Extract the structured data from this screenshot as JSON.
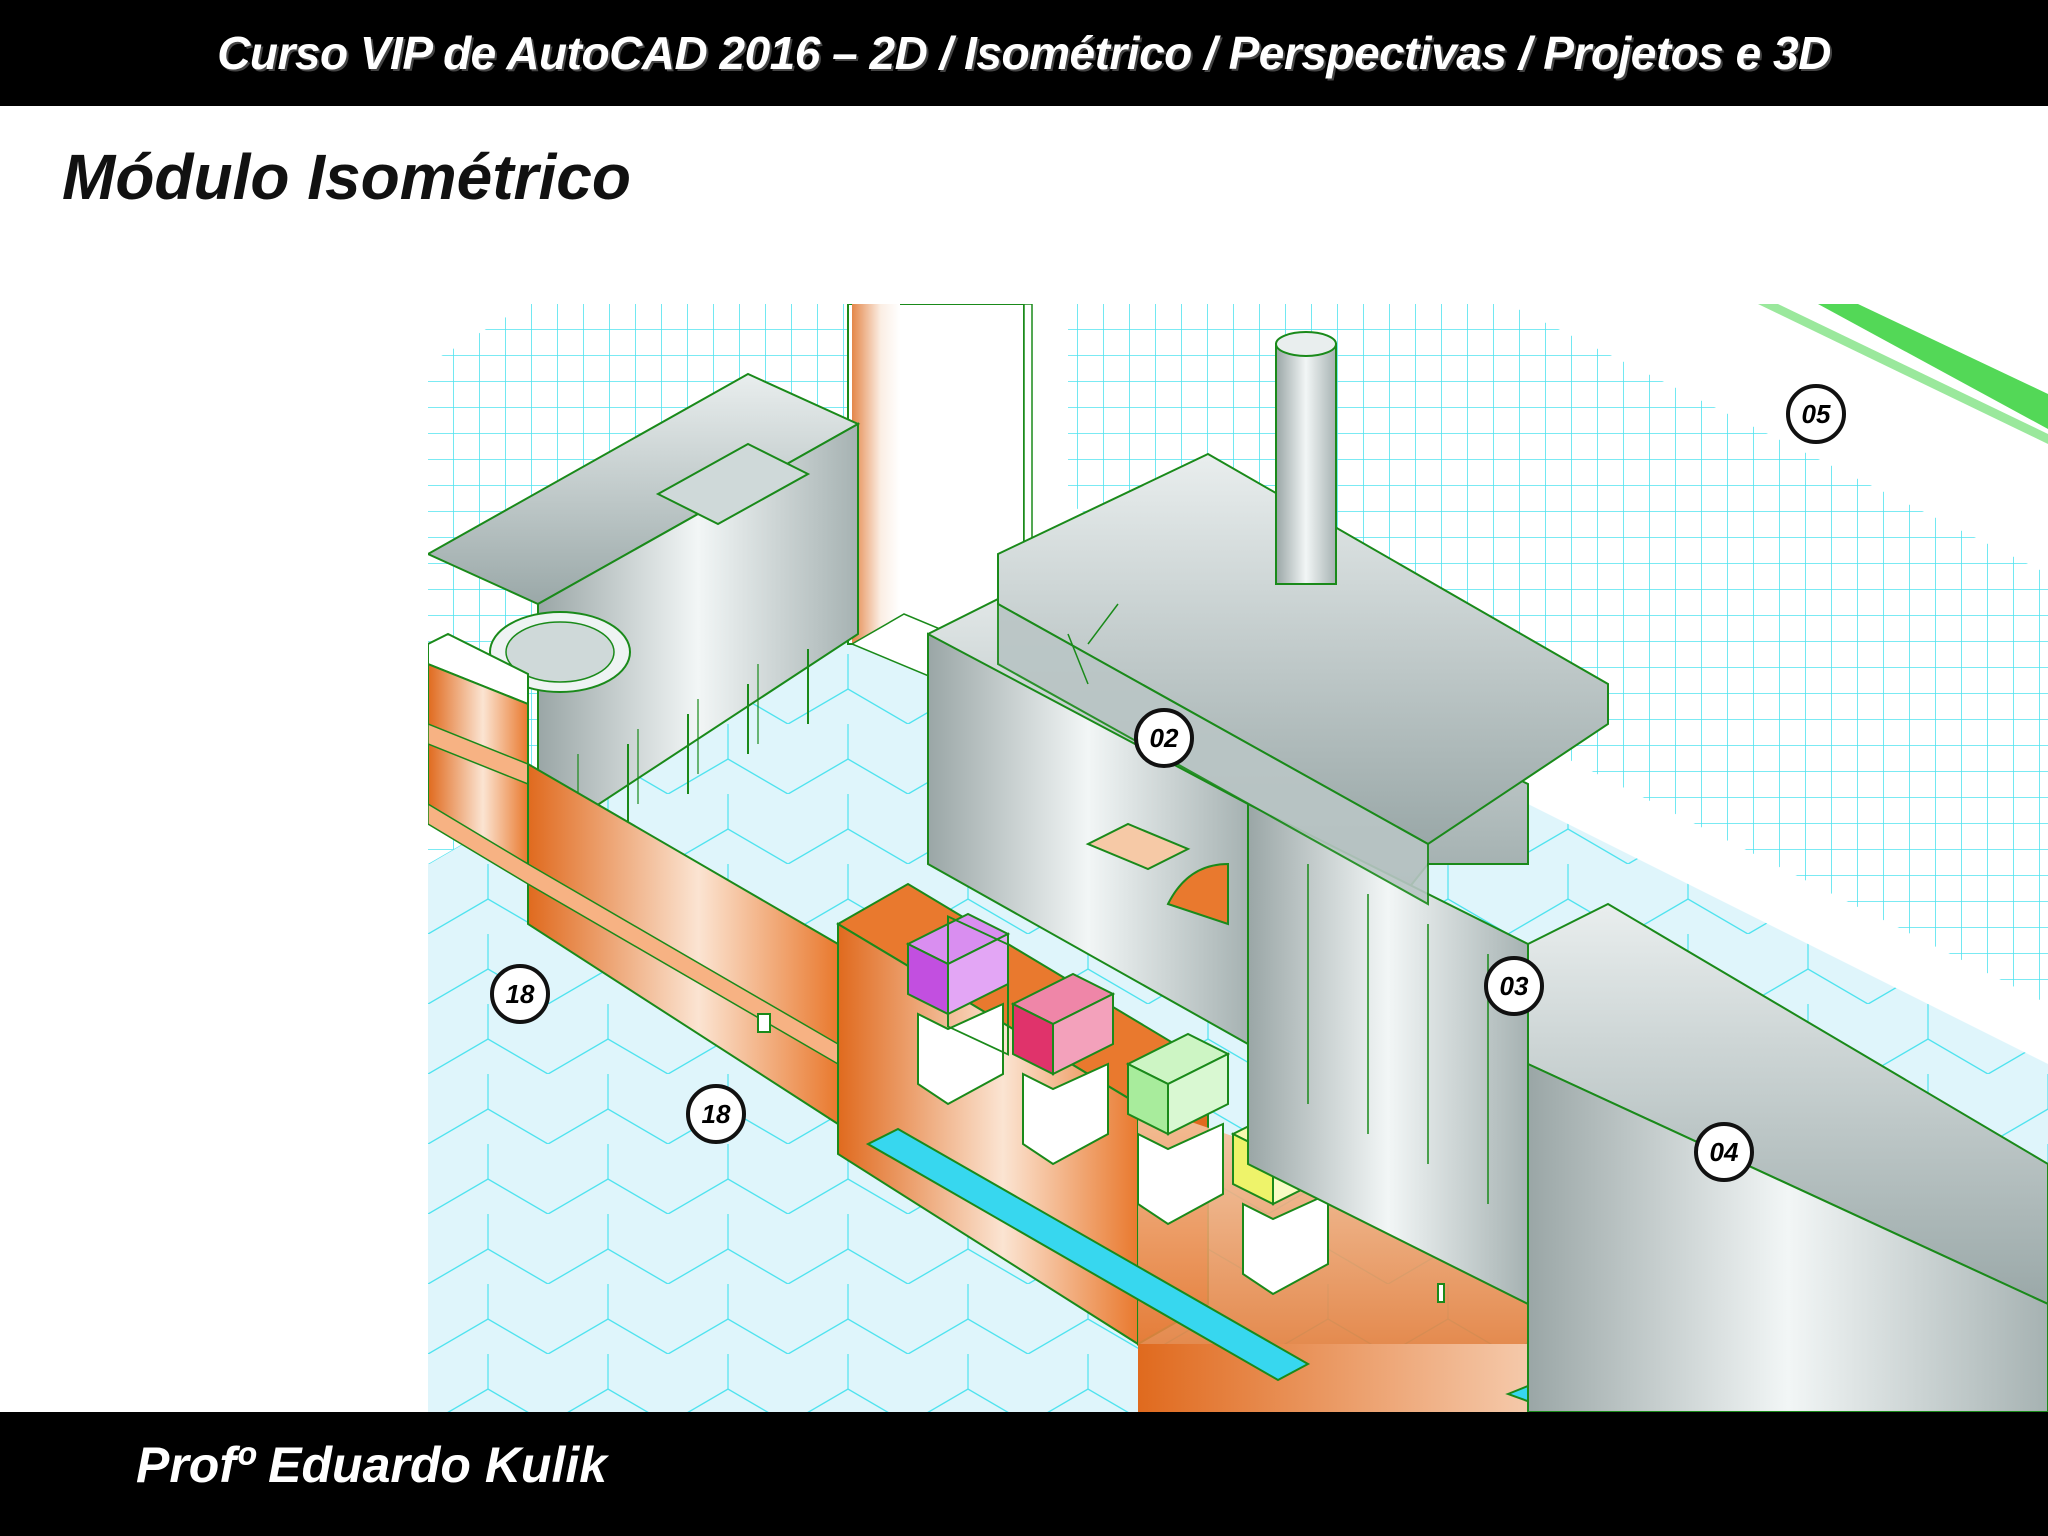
{
  "header": {
    "title": "Curso VIP de AutoCAD 2016 – 2D / Isométrico / Perspectivas / Projetos e 3D"
  },
  "slide": {
    "title": "Módulo Isométrico"
  },
  "drawing": {
    "callouts": [
      {
        "label": "02"
      },
      {
        "label": "05"
      },
      {
        "label": "03"
      },
      {
        "label": "04"
      },
      {
        "label": "18"
      },
      {
        "label": "18"
      }
    ],
    "colors": {
      "wall_grid": "#4fe3ef",
      "floor": "#d9f3fb",
      "counter": "#e8732a",
      "steel": "#b8c4c4",
      "outline": "#1a8a1a",
      "display_case": "#f3c241",
      "bin_purple": "#c24fe0",
      "bin_red": "#e0336b",
      "bin_green": "#a8ec9c",
      "bin_yellow": "#eef36a",
      "gutter": "#37d7ef"
    }
  },
  "footer": {
    "author": "Profº Eduardo Kulik"
  }
}
